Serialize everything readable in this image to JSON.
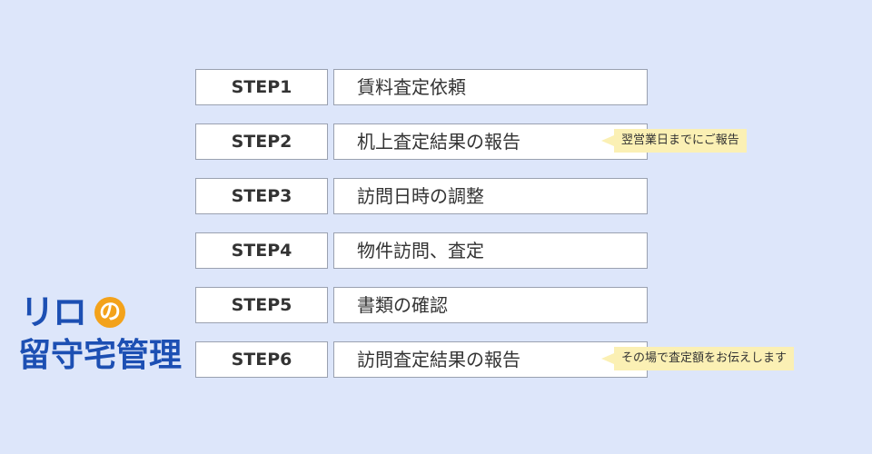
{
  "steps": [
    {
      "label": "STEP1",
      "text": "賃料査定依頼",
      "note": ""
    },
    {
      "label": "STEP2",
      "text": "机上査定結果の報告",
      "note": "翌営業日までにご報告"
    },
    {
      "label": "STEP3",
      "text": "訪問日時の調整",
      "note": ""
    },
    {
      "label": "STEP4",
      "text": "物件訪問、査定",
      "note": ""
    },
    {
      "label": "STEP5",
      "text": "書類の確認",
      "note": ""
    },
    {
      "label": "STEP6",
      "text": "訪問査定結果の報告",
      "note": "その場で査定額をお伝えします"
    }
  ],
  "logo": {
    "katakana": "リロ",
    "no": "の",
    "name": "留守宅管理"
  },
  "colors": {
    "background": "#dde6fa",
    "brand_blue": "#1c4fb3",
    "brand_orange": "#f3a21b",
    "note_bg": "#fbf0b4"
  }
}
